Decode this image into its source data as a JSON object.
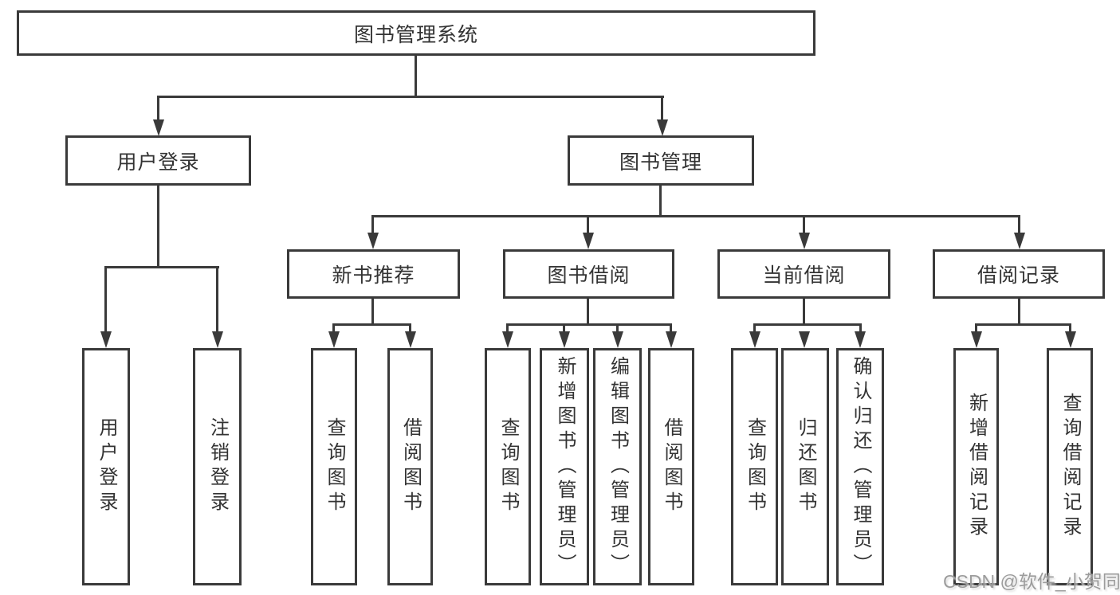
{
  "diagram_title": "图书管理系统",
  "tree": {
    "root": {
      "label": "图书管理系统"
    },
    "branches": [
      {
        "label": "用户登录",
        "children": [
          {
            "label": "用户登录"
          },
          {
            "label": "注销登录"
          }
        ]
      },
      {
        "label": "图书管理",
        "children": [
          {
            "label": "新书推荐",
            "children": [
              {
                "label": "查询图书"
              },
              {
                "label": "借阅图书"
              }
            ]
          },
          {
            "label": "图书借阅",
            "children": [
              {
                "label": "查询图书"
              },
              {
                "label": "新增图书（管理员）"
              },
              {
                "label": "编辑图书（管理员）"
              },
              {
                "label": "借阅图书"
              }
            ]
          },
          {
            "label": "当前借阅",
            "children": [
              {
                "label": "查询图书"
              },
              {
                "label": "归还图书"
              },
              {
                "label": "确认归还（管理员）"
              }
            ]
          },
          {
            "label": "借阅记录",
            "children": [
              {
                "label": "新增借阅记录"
              },
              {
                "label": "查询借阅记录"
              }
            ]
          }
        ]
      }
    ]
  },
  "watermark": {
    "text": "CSDN @软件_小贺同学"
  },
  "colors": {
    "line": "#3a3a3a",
    "text": "#333333",
    "background": "#ffffff",
    "watermark": "#9c9c9c"
  }
}
